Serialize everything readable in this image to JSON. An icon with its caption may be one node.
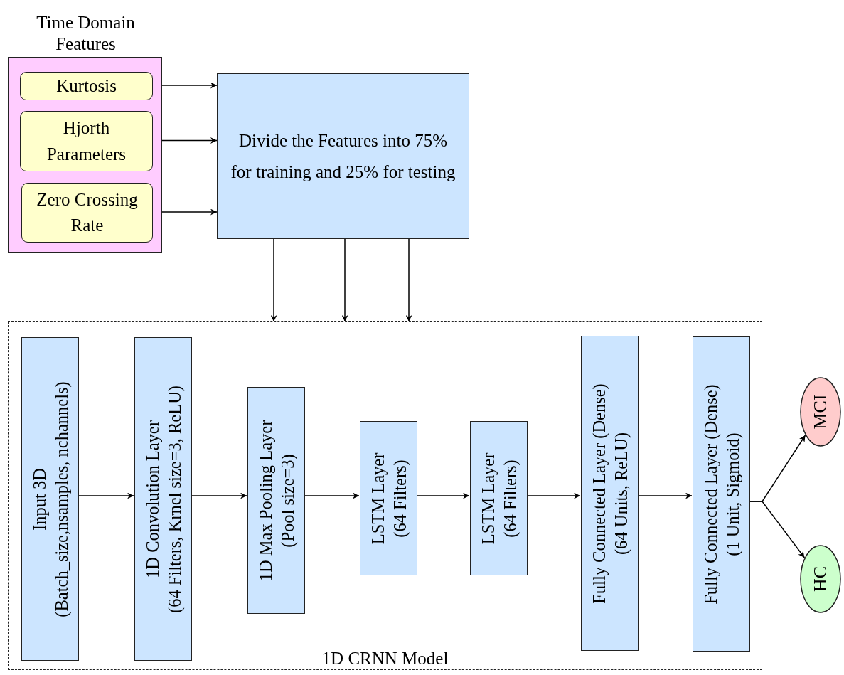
{
  "diagram": {
    "nodes": [
      {
        "text": [
          "Time Domain Features"
        ]
      },
      {
        "text": [
          "Kurtosis"
        ],
        "in": 0
      },
      {
        "text": [
          "Hjorth Parameters"
        ],
        "in": 0
      },
      {
        "text": [
          "Zero Crossing Rate"
        ],
        "in": 0
      },
      {
        "text": [
          "Divide the Features into 75% for training and 25% for testing"
        ]
      },
      {
        "text": [
          "1D CRNN Model"
        ]
      },
      {
        "text": [
          "Input 3D",
          "(Batch_size,nsamples, nchannels)"
        ],
        "in": 5
      },
      {
        "text": [
          "1D Convolution Layer",
          "(64 Filters, Krnel size=3, ReLU)"
        ],
        "in": 5
      },
      {
        "text": [
          "1D Max Pooling Layer",
          "(Pool size=3)"
        ],
        "in": 5
      },
      {
        "text": [
          "LSTM Layer",
          "(64 Filters)"
        ],
        "in": 5
      },
      {
        "text": [
          "LSTM Layer",
          "(64 Filters)"
        ],
        "in": 5
      },
      {
        "text": [
          "Fully Connected Layer (Dense)",
          "(64 Units, ReLU)"
        ],
        "in": 5
      },
      {
        "text": [
          "Fully Connected Layer (Dense)",
          "(1 Unit, Sigmoid)"
        ],
        "in": 5
      },
      {
        "text": [
          "MCI"
        ]
      },
      {
        "text": [
          "HC"
        ]
      }
    ],
    "edges": [
      {
        "from": 1,
        "to": 4,
        "arrow": "to"
      },
      {
        "from": 2,
        "to": 4,
        "arrow": "to"
      },
      {
        "from": 3,
        "to": 4,
        "arrow": "to"
      },
      {
        "from": 4,
        "to": 5,
        "arrow": "to"
      },
      {
        "from": 4,
        "to": 5,
        "arrow": "to"
      },
      {
        "from": 4,
        "to": 5,
        "arrow": "to"
      },
      {
        "from": 6,
        "to": 7,
        "arrow": "to"
      },
      {
        "from": 7,
        "to": 8,
        "arrow": "to"
      },
      {
        "from": 8,
        "to": 9,
        "arrow": "to"
      },
      {
        "from": 9,
        "to": 10,
        "arrow": "to"
      },
      {
        "from": 10,
        "to": 11,
        "arrow": "to"
      },
      {
        "from": 11,
        "to": 12,
        "arrow": "to"
      },
      {
        "from": 12,
        "to": 13,
        "arrow": "to"
      },
      {
        "from": 12,
        "to": 14,
        "arrow": "to"
      }
    ]
  }
}
